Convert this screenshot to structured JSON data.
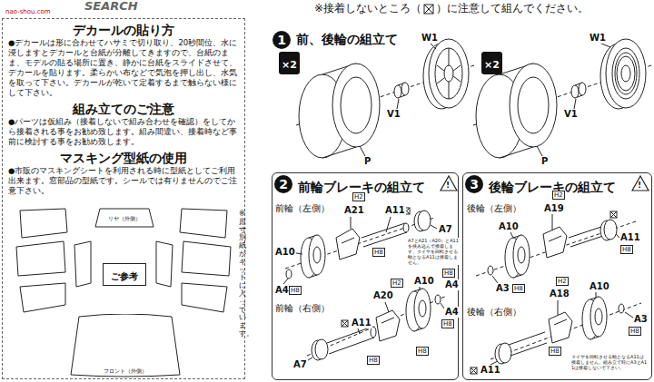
{
  "diagram": {
    "nodes": [
      {
        "text": [
          "デカールの貼り方",
          "●デカールは形に合わせてハサミで切り取り、20秒間位、水に浸しますとデカールと台紙が分離してきますので、台紙のまま、モデルの貼る場所に置き、静かに台紙をスライドさせて、デカールを貼ります。柔らかい布などで気泡を押し出し、水気を取って下さい。デカールが乾いて定着するまで触らない様にして下さい。",
          "組み立てのご注意",
          "●パーツは仮組み（接着しないで組み合わせを確認）をしてから接着される事をお勧め致します。組み間違い、接着時など事前に検討する事をお勧め致します。",
          "マスキング型紙の使用",
          "●市販のマスキングシートを利用される時に型紙としてご利用出来ます。窓部品の型紙です。シールでは有りませんのでご注意下さい。"
        ]
      },
      {
        "text": [
          "リヤ（外側）"
        ],
        "in": 0
      },
      {
        "text": [
          "ご参考"
        ],
        "in": 0
      },
      {
        "text": [
          "フロント（外側）"
        ],
        "in": 0
      },
      {
        "text": [
          "1",
          "前、後輪の組立て"
        ]
      },
      {
        "text": [
          "×2"
        ]
      },
      {
        "text": [
          "×2"
        ]
      },
      {
        "text": [
          "前輪ブレーキの組立て"
        ]
      },
      {
        "text": [
          "2"
        ],
        "in": 7
      },
      {
        "text": [
          "後輪ブレーキの組立て"
        ]
      },
      {
        "text": [
          "3"
        ],
        "in": 9
      }
    ],
    "labels": [
      "SEARCH",
      "nao-shou.com",
      "※接着しないところ（",
      "）に注意して組んでください。",
      "W1",
      "V1",
      "P",
      "W1",
      "V1",
      "P",
      "前輪（左側）",
      "H2",
      "A21",
      "A11",
      "A7",
      "A7とA21（A20）とA11を挟み込んで接着します。タイヤを回転させる軸となるA11は接着しません。",
      "H8",
      "A10",
      "A4",
      "H8",
      "H8",
      "A4",
      "前輪（右側）",
      "H2",
      "A20",
      "A11",
      "H8",
      "A10",
      "A4",
      "H8",
      "A7",
      "H8",
      "後輪（左側）",
      "H2",
      "A19",
      "A10",
      "A11",
      "H8",
      "A3",
      "H8",
      "H2",
      "A18",
      "A10",
      "後輪（右側）",
      "A3",
      "H8",
      "H8",
      "A11",
      "タイヤを回転させる軸となるA11は接着しません。組み立て時にA3とA11は接着しないで下さい。",
      "※原寸別紙がキットに入っています。",
      "!",
      "!"
    ]
  }
}
